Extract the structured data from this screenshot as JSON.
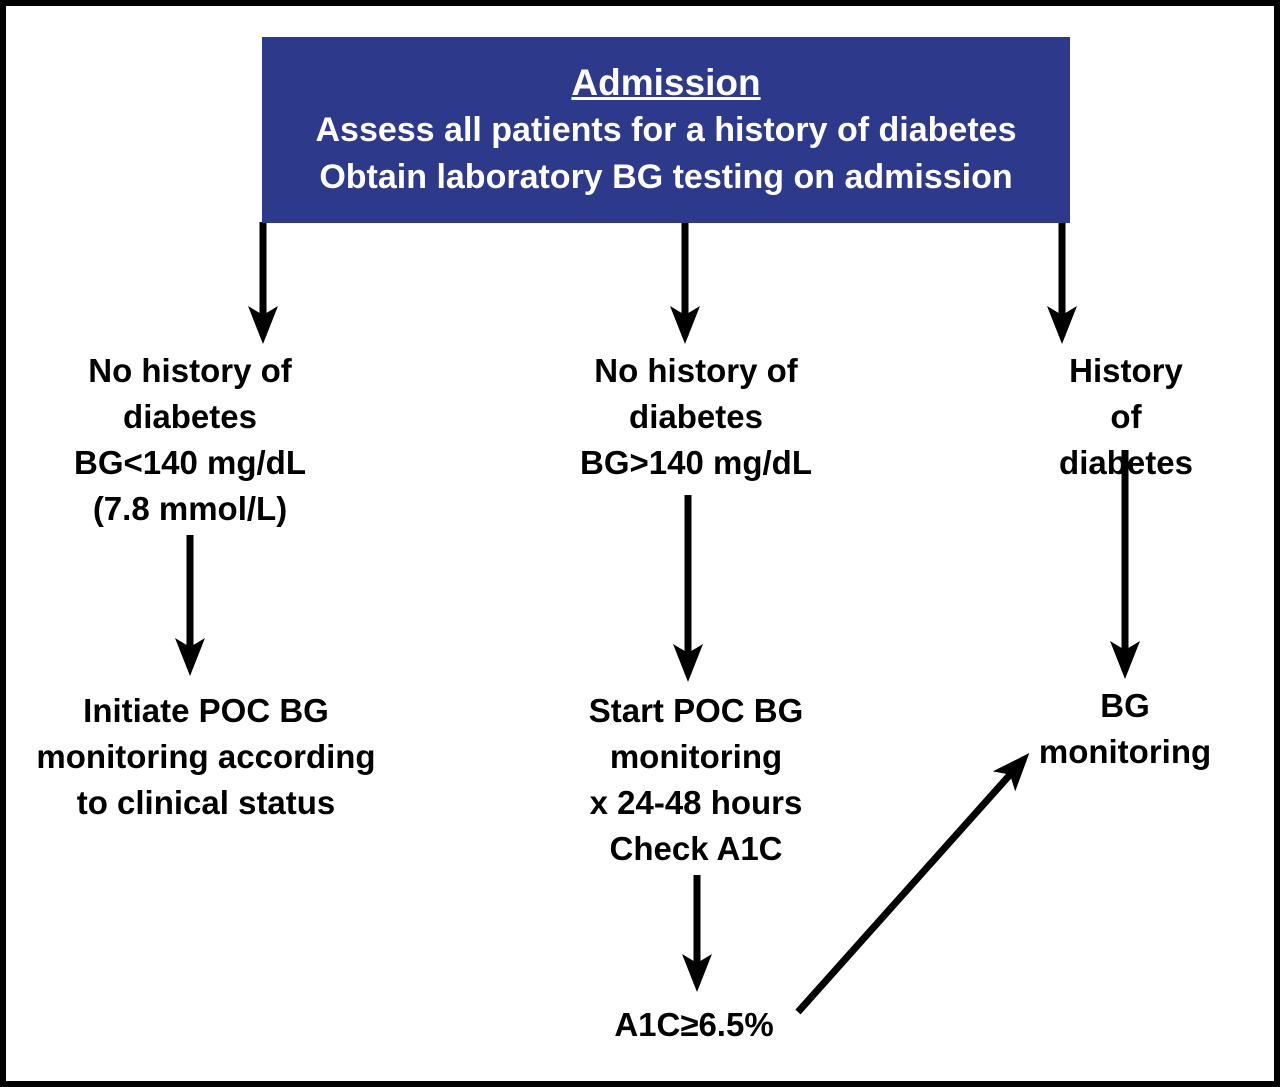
{
  "colors": {
    "box_fill": "#2D3A8C",
    "box_text": "#FFFFFF",
    "text": "#000000",
    "border": "#000000"
  },
  "admission": {
    "title": "Admission",
    "line1": "Assess all patients for a history of diabetes",
    "line2": "Obtain laboratory BG testing on admission"
  },
  "nodes": {
    "left_condition": "No history of\ndiabetes\nBG<140 mg/dL\n(7.8 mmol/L)",
    "middle_condition": "No history of\ndiabetes\nBG>140 mg/dL",
    "right_condition": "History of\ndiabetes",
    "left_action": "Initiate POC BG\nmonitoring according\nto clinical status",
    "middle_action": "Start POC BG\nmonitoring\nx 24-48 hours\nCheck A1C",
    "right_action": "BG monitoring",
    "a1c_label": "A1C≥6.5%"
  }
}
